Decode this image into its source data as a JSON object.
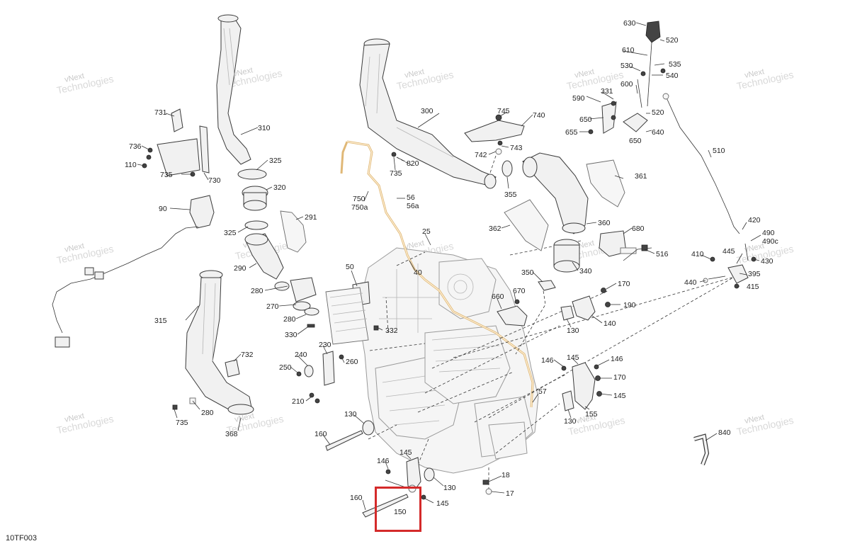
{
  "figure_code": "10TF003",
  "watermark": {
    "line1": "vNext",
    "line2": "Technologies"
  },
  "callouts": {
    "c630": "630",
    "c520a": "520",
    "c610": "610",
    "c535": "535",
    "c530": "530",
    "c540": "540",
    "c600": "600",
    "c331": "331",
    "c590": "590",
    "c520b": "520",
    "c650a": "650",
    "c655": "655",
    "c640": "640",
    "c650b": "650",
    "c510": "510",
    "c361": "361",
    "c745": "745",
    "c740": "740",
    "c743": "743",
    "c742": "742",
    "c300": "300",
    "c820": "820",
    "c735a": "735",
    "c355": "355",
    "c750": "750",
    "c750a": "750a",
    "c56": "56",
    "c56a": "56a",
    "c362": "362",
    "c360": "360",
    "c680": "680",
    "c516": "516",
    "c731": "731",
    "c736": "736",
    "c110": "110",
    "c735b": "735",
    "c730": "730",
    "c310": "310",
    "c325a": "325",
    "c320": "320",
    "c325b": "325",
    "c291": "291",
    "c90": "90",
    "c25": "25",
    "c40": "40",
    "c350": "350",
    "c340": "340",
    "c290": "290",
    "c280a": "280",
    "c270": "270",
    "c280b": "280",
    "c330": "330",
    "c50": "50",
    "c332": "332",
    "c660": "660",
    "c670": "670",
    "c170a": "170",
    "c190": "190",
    "c130a": "130",
    "c140": "140",
    "c420": "420",
    "c490": "490",
    "c490c": "490c",
    "c410": "410",
    "c445": "445",
    "c395": "395",
    "c430": "430",
    "c440": "440",
    "c415": "415",
    "c315": "315",
    "c732": "732",
    "c240": "240",
    "c230": "230",
    "c250": "250",
    "c260": "260",
    "c210": "210",
    "c280c": "280",
    "c735c": "735",
    "c368": "368",
    "c130b": "130",
    "c160a": "160",
    "c146a": "146",
    "c145a": "145",
    "c146b": "146",
    "c170b": "170",
    "c145b": "145",
    "c155": "155",
    "c57": "57",
    "c130c": "130",
    "c840": "840",
    "c146c": "146",
    "c145c": "145",
    "c130d": "130",
    "c18": "18",
    "c17": "17",
    "c160b": "160",
    "c150": "150",
    "c145d": "145"
  },
  "highlight": {
    "color": "#d42a2a",
    "target_callout": "150"
  }
}
